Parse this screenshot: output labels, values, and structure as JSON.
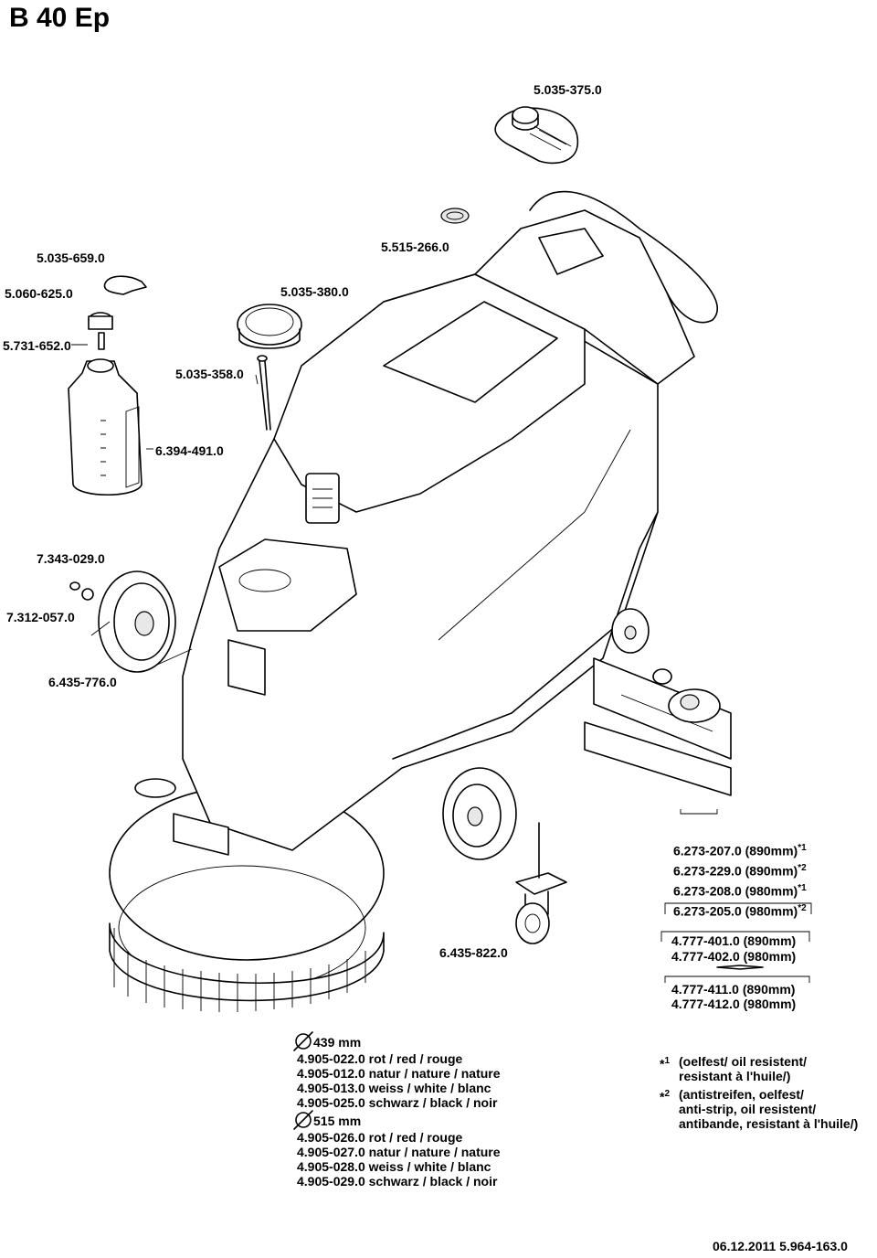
{
  "title": "B 40 Ep",
  "parts": {
    "p5035375": "5.035-375.0",
    "p5515266": "5.515-266.0",
    "p5035659": "5.035-659.0",
    "p5060625": "5.060-625.0",
    "p5035380": "5.035-380.0",
    "p5731652": "5.731-652.0",
    "p5035358": "5.035-358.0",
    "p6394491": "6.394-491.0",
    "p7343029": "7.343-029.0",
    "p7312057": "7.312-057.0",
    "p6435776": "6.435-776.0",
    "p6435822": "6.435-822.0"
  },
  "squeegee": [
    {
      "label": "6.273-207.0 (890mm)",
      "mark": "*1"
    },
    {
      "label": "6.273-229.0 (890mm)",
      "mark": "*2"
    },
    {
      "label": "6.273-208.0 (980mm)",
      "mark": "*1"
    },
    {
      "label": "6.273-205.0 (980mm)",
      "mark": "*2"
    }
  ],
  "blades_a": [
    "4.777-401.0 (890mm)",
    "4.777-402.0 (980mm)"
  ],
  "blades_b": [
    "4.777-411.0 (890mm)",
    "4.777-412.0 (980mm)"
  ],
  "pads_439": {
    "heading": "439 mm",
    "items": [
      "4.905-022.0 rot / red / rouge",
      "4.905-012.0 natur / nature / nature",
      "4.905-013.0 weiss / white / blanc",
      "4.905-025.0 schwarz / black / noir"
    ]
  },
  "pads_515": {
    "heading": "515 mm",
    "items": [
      "4.905-026.0 rot / red / rouge",
      "4.905-027.0 natur / nature / nature",
      "4.905-028.0 weiss / white / blanc",
      "4.905-029.0 schwarz / black / noir"
    ]
  },
  "notes": {
    "n1_mark": "*",
    "n1_sup": "1",
    "n1_line1": "(oelfest/ oil resistent/",
    "n1_line2": "resistant à l'huile/)",
    "n2_mark": "*",
    "n2_sup": "2",
    "n2_line1": "(antistreifen, oelfest/",
    "n2_line2": "anti-strip, oil resistent/",
    "n2_line3": "antibande, resistant à l'huile/)"
  },
  "footer": "06.12.2011  5.964-163.0"
}
